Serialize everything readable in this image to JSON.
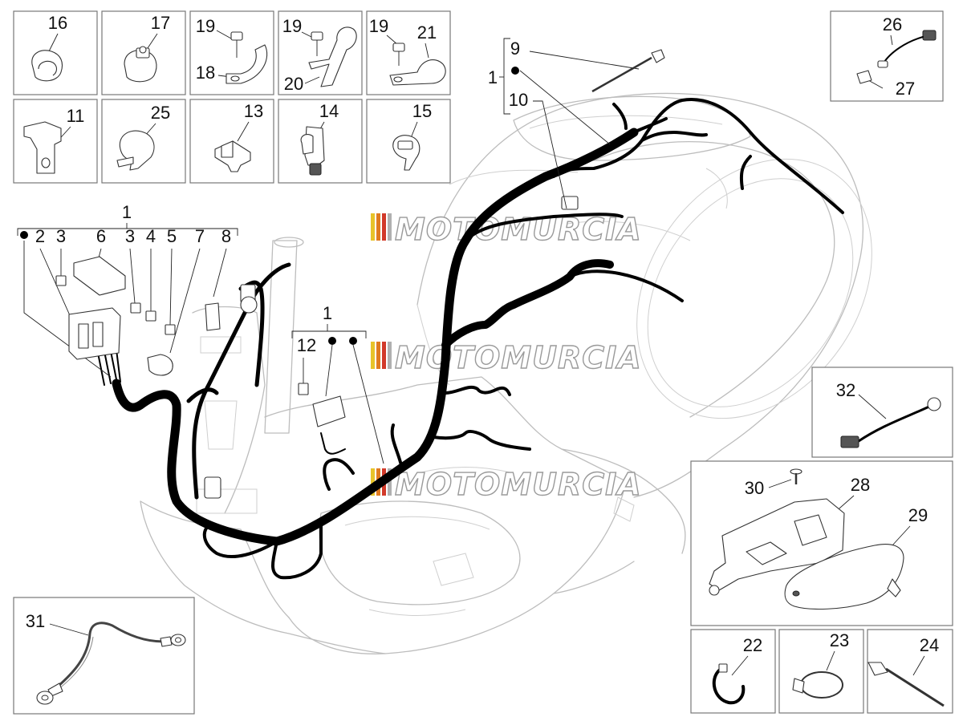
{
  "watermark": {
    "text": "MOTOMURCIA",
    "stripe_colors": [
      "#e8c32a",
      "#e07b20",
      "#d23a2a",
      "#b0b0b0"
    ]
  },
  "callouts": {
    "c16": "16",
    "c17": "17",
    "c19a": "19",
    "c18": "18",
    "c19b": "19",
    "c20": "20",
    "c19c": "19",
    "c21": "21",
    "c11": "11",
    "c25": "25",
    "c13": "13",
    "c14": "14",
    "c15": "15",
    "c26": "26",
    "c27": "27",
    "c9": "9",
    "c1_top": "1",
    "c10": "10",
    "c1_left": "1",
    "c2": "2",
    "c3a": "3",
    "c6": "6",
    "c3b": "3",
    "c4": "4",
    "c5": "5",
    "c7": "7",
    "c8": "8",
    "c1_mid": "1",
    "c12": "12",
    "c32": "32",
    "c30": "30",
    "c28": "28",
    "c29": "29",
    "c31": "31",
    "c22": "22",
    "c23": "23",
    "c24": "24"
  }
}
